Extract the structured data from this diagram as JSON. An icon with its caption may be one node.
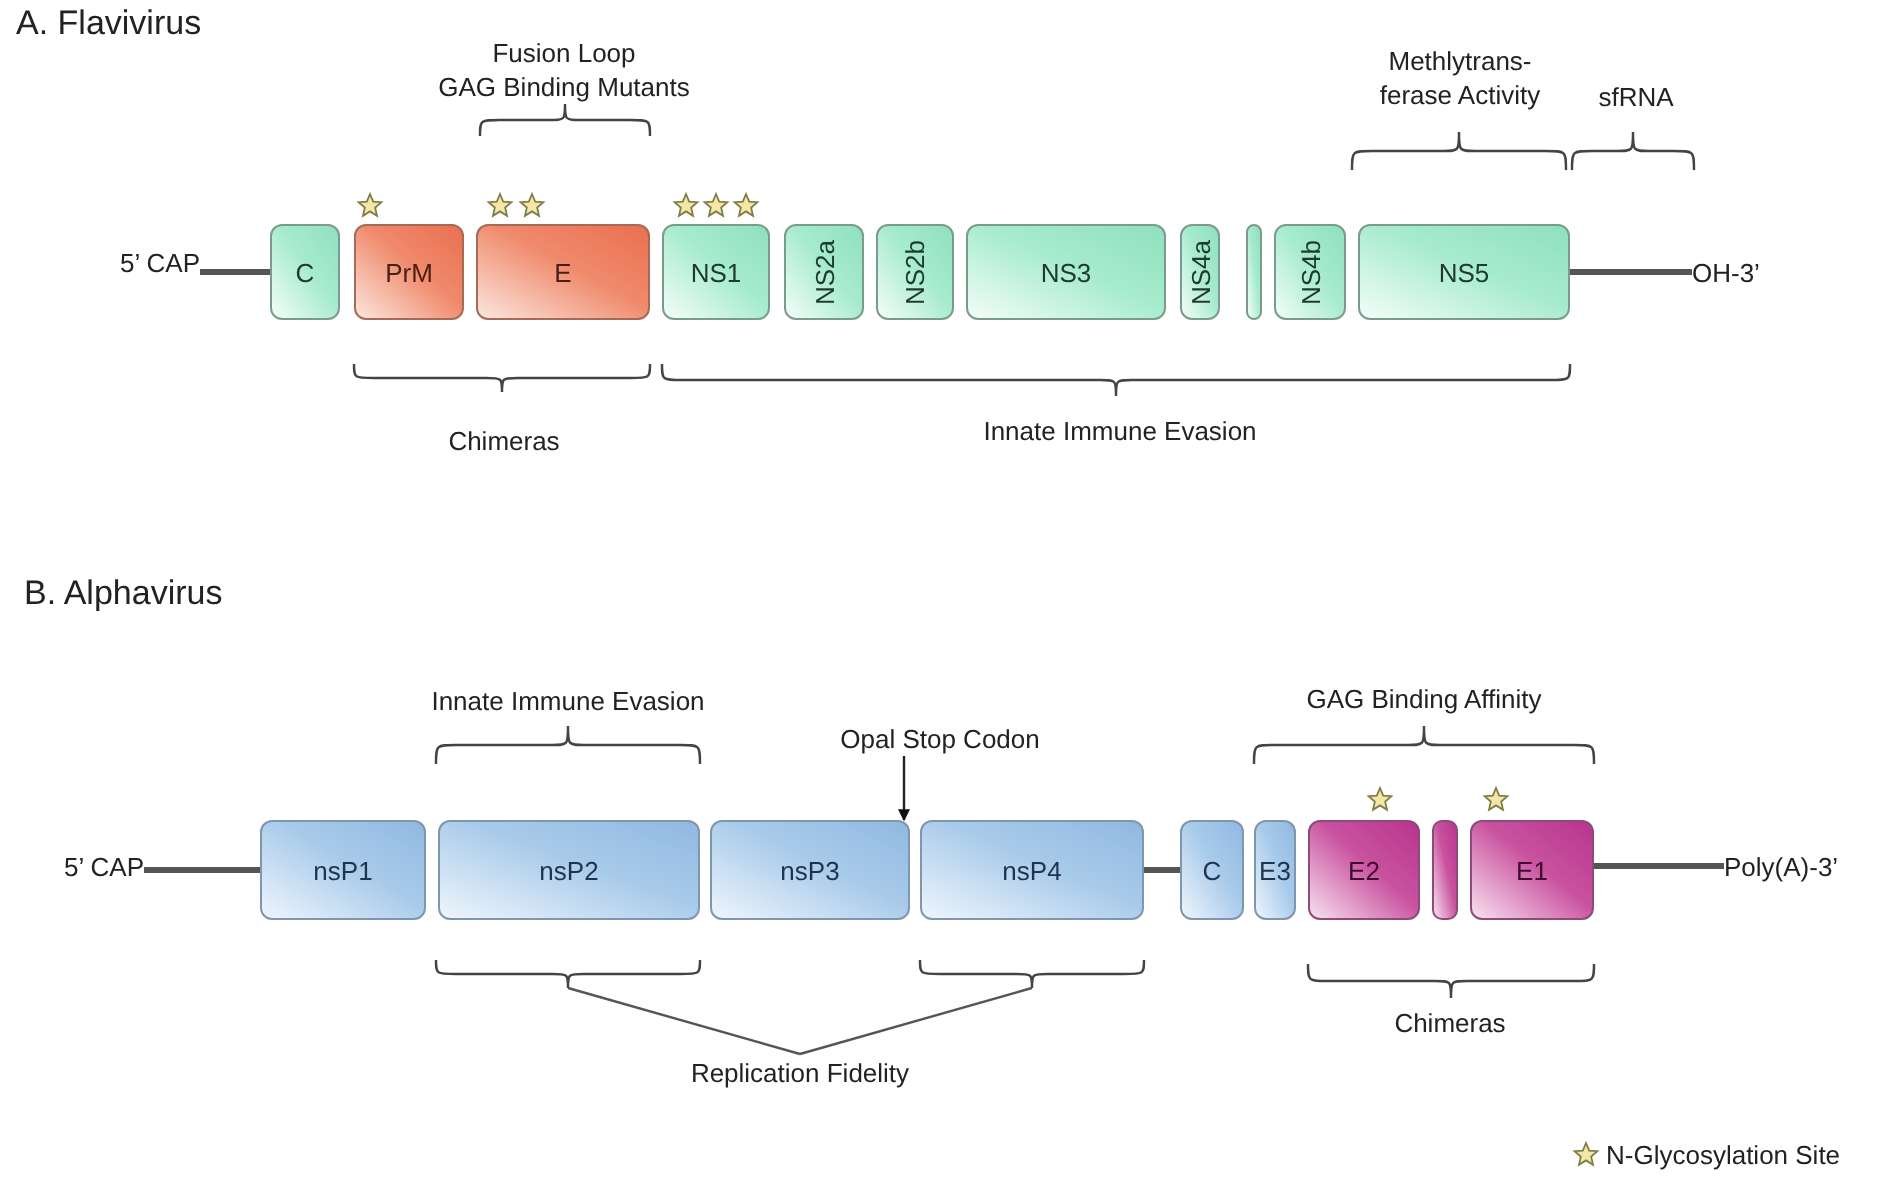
{
  "diagram": {
    "nodes": [
      {
        "text": [
          "5’ CAP"
        ]
      },
      {
        "text": [
          "C"
        ]
      },
      {
        "text": [
          "PrM"
        ]
      },
      {
        "text": [
          "E"
        ]
      },
      {
        "text": [
          "NS1"
        ]
      },
      {
        "text": [
          "NS2a"
        ]
      },
      {
        "text": [
          "NS2b"
        ]
      },
      {
        "text": [
          "NS3"
        ]
      },
      {
        "text": [
          "NS4a"
        ]
      },
      {
        "text": [],
        "shape": "box"
      },
      {
        "text": [
          "NS4b"
        ]
      },
      {
        "text": [
          "NS5"
        ]
      },
      {
        "text": [
          "OH-3’"
        ]
      },
      {
        "text": [
          "5’ CAP"
        ]
      },
      {
        "text": [
          "nsP1"
        ]
      },
      {
        "text": [
          "nsP2"
        ]
      },
      {
        "text": [
          "nsP3"
        ]
      },
      {
        "text": [
          "nsP4"
        ]
      },
      {
        "text": [
          "C"
        ]
      },
      {
        "text": [
          "E3"
        ]
      },
      {
        "text": [
          "E2"
        ]
      },
      {
        "text": [],
        "shape": "box"
      },
      {
        "text": [
          "E1"
        ]
      },
      {
        "text": [
          "Poly(A)-3’"
        ]
      },
      {
        "text": [
          "Opal Stop Codon"
        ]
      },
      {
        "text": [
          "Replication Fidelity"
        ]
      },
      {
        "text": [],
        "shape": "bracket"
      },
      {
        "text": [],
        "shape": "bracket"
      }
    ],
    "edges": [
      {
        "from": 0,
        "to": 1,
        "arrow": "none"
      },
      {
        "from": 11,
        "to": 12,
        "arrow": "none"
      },
      {
        "from": 13,
        "to": 14,
        "arrow": "none"
      },
      {
        "from": 17,
        "to": 18,
        "arrow": "none"
      },
      {
        "from": 22,
        "to": 23,
        "arrow": "none"
      },
      {
        "from": 24,
        "to": 16,
        "arrow": "to"
      },
      {
        "from": 25,
        "to": 26,
        "arrow": "none"
      },
      {
        "from": 25,
        "to": 27,
        "arrow": "none"
      }
    ],
    "labels": [
      "A. Flavivirus",
      "Fusion Loop",
      "GAG Binding Mutants",
      "Methlytrans- ferase Activity",
      "sfRNA",
      "Chimeras",
      "Innate Immune Evasion",
      "B. Alphavirus",
      "Innate Immune Evasion",
      "GAG Binding Affinity",
      "Chimeras"
    ],
    "legend": [
      {
        "text": "N-Glycosylation Site"
      }
    ]
  }
}
